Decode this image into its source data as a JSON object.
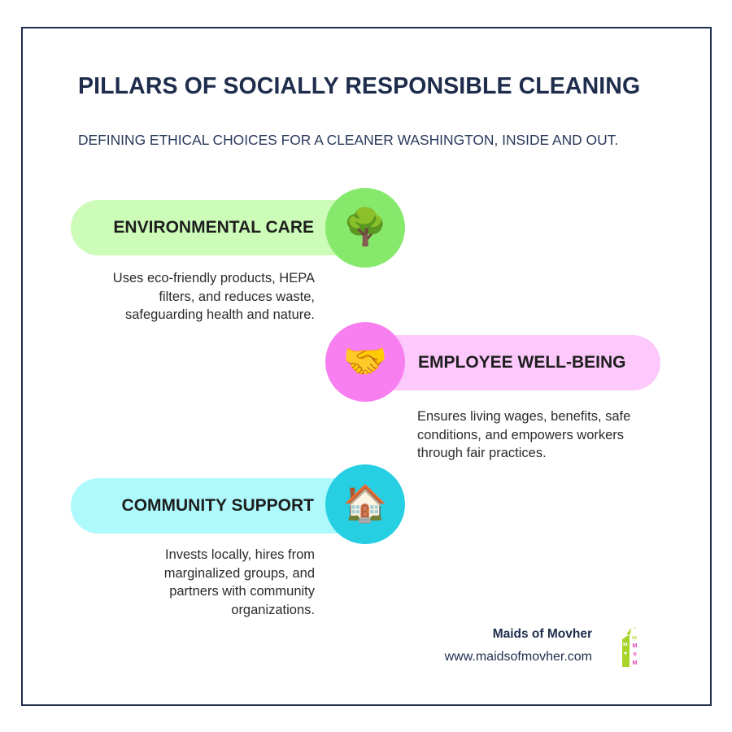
{
  "header": {
    "title": "PILLARS OF SOCIALLY RESPONSIBLE CLEANING",
    "subtitle": "DEFINING ETHICAL CHOICES FOR A CLEANER WASHINGTON, INSIDE AND OUT."
  },
  "pillars": [
    {
      "title": "ENVIRONMENTAL CARE",
      "icon": "tree-icon",
      "emoji": "🌳",
      "pill_color": "#ccfcb8",
      "circle_color": "#86e96c",
      "description": "Uses eco-friendly products, HEPA filters, and reduces waste, safeguarding health and nature."
    },
    {
      "title": "EMPLOYEE WELL-BEING",
      "icon": "handshake-icon",
      "emoji": "🤝",
      "pill_color": "#fdc8fb",
      "circle_color": "#f77ff0",
      "description": "Ensures living wages, benefits, safe conditions, and empowers workers through fair practices."
    },
    {
      "title": "COMMUNITY SUPPORT",
      "icon": "house-icon",
      "emoji": "🏠",
      "pill_color": "#adf9fc",
      "circle_color": "#26cfe2",
      "description": "Invests locally, hires from marginalized groups, and partners with community organizations."
    }
  ],
  "footer": {
    "brand_name": "Maids of Movher",
    "website": "www.maidsofmovher.com",
    "logo_letters": [
      "M",
      "o",
      "M"
    ]
  },
  "colors": {
    "navy": "#1f2d4d",
    "logo_green": "#a8d42a",
    "logo_pink": "#e040b0"
  }
}
